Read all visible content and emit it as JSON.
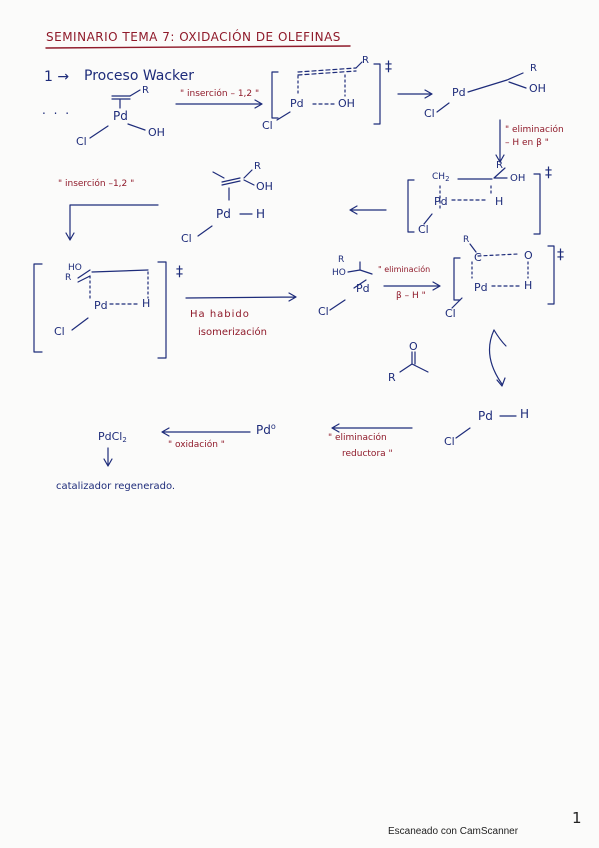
{
  "header": {
    "title": "SEMINARIO TEMA 7: OXIDACIÓN DE OLEFINAS",
    "section": "1 →",
    "section_title": "Proceso Wacker",
    "ellipsis": ". . ."
  },
  "labels": {
    "R": "R",
    "Pd": "Pd",
    "Cl": "Cl",
    "OH": "OH",
    "HO": "HO",
    "H": "H",
    "O": "O",
    "CH2": "CH",
    "CH2_sub": "2",
    "C": "C",
    "ts": "‡",
    "pdcl2": "PdCl",
    "pdcl2_sub": "2",
    "pd0": "Pd",
    "pd0_sup": "o"
  },
  "steps": {
    "insercion_12_a": "\" inserción – 1,2 \"",
    "eliminacion_hb_1": "\" eliminación",
    "eliminacion_hb_2": "– H en β \"",
    "insercion_12_b": "\" inserción –1,2 \"",
    "eliminacion_bh_1": "\" eliminación",
    "eliminacion_bh_2": "β – H \"",
    "isomerizacion_1": "Ha habido",
    "isomerizacion_2": "isomerización",
    "elim_reductora_1": "\" eliminación",
    "elim_reductora_2": "reductora \"",
    "oxidacion": "\" oxidación \"",
    "regenerado": "catalizador regenerado."
  },
  "footer": {
    "scanner": "Escaneado con CamScanner",
    "page": "1"
  },
  "colors": {
    "ink_blue": "#1e2c7a",
    "ink_red": "#8f1a2a",
    "paper": "#fbfbfa"
  }
}
